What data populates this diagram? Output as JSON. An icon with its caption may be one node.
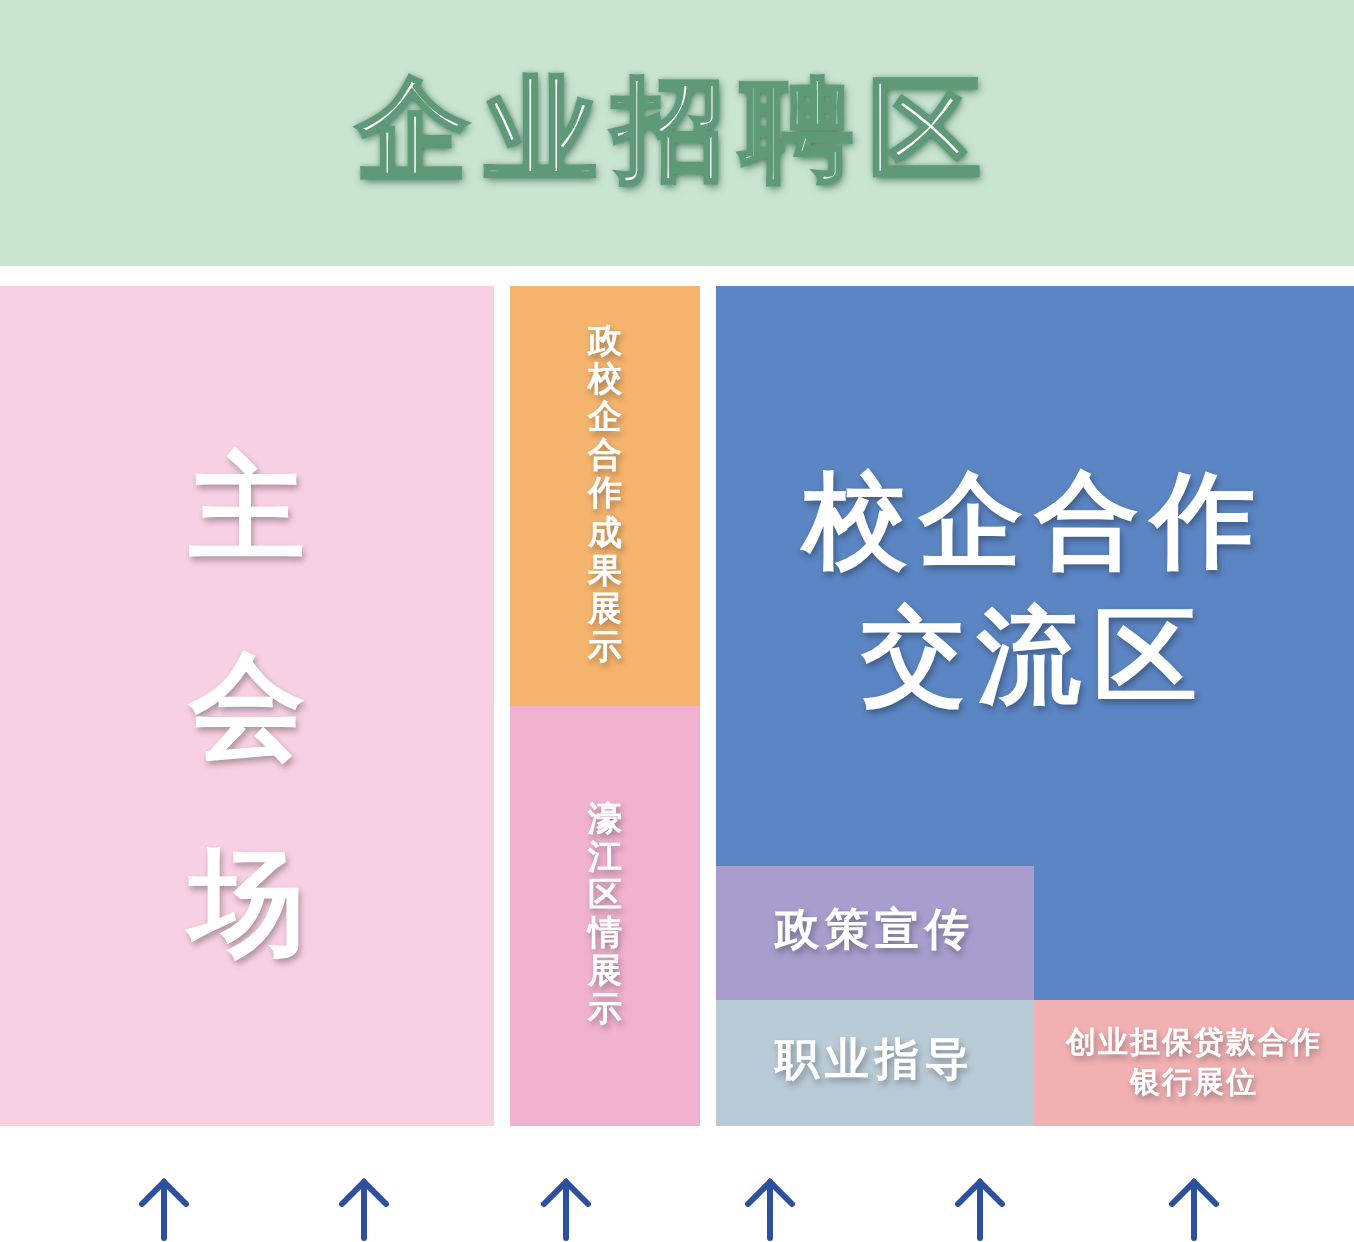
{
  "diagram": {
    "nodes": [
      {
        "text": [
          "企业招聘区"
        ]
      },
      {
        "text": [
          "主会场"
        ]
      },
      {
        "text": [
          "政校企合作成果展示"
        ]
      },
      {
        "text": [
          "濠江区情展示"
        ]
      },
      {
        "text": [
          "校企合作交流区"
        ]
      },
      {
        "text": [
          "政策宣传"
        ],
        "in": 4
      },
      {
        "text": [
          "职业指导"
        ],
        "in": 4
      },
      {
        "text": [
          "创业担保贷款合作银行展位"
        ],
        "in": 4
      }
    ]
  }
}
